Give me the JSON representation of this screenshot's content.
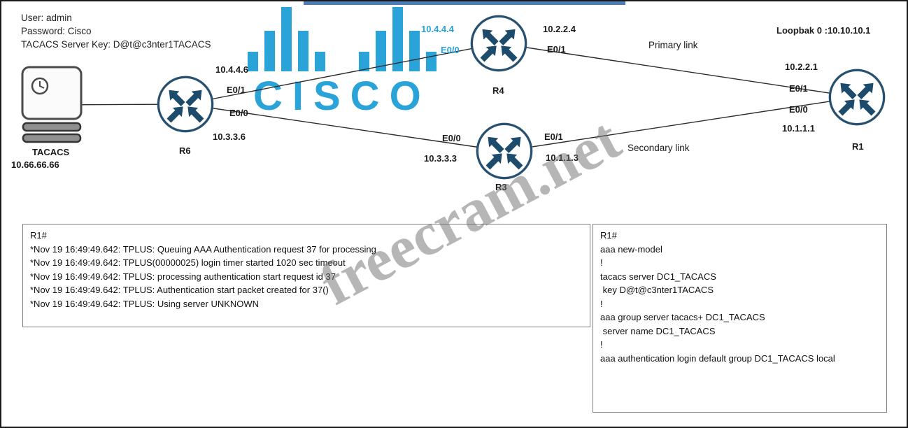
{
  "credentials": {
    "user": "User: admin",
    "password": "Password: Cisco",
    "tacacs_key": "TACACS Server Key: D@t@c3nter1TACACS"
  },
  "brand": {
    "logo_text": "CISCO",
    "logo_color": "#2aa3d8"
  },
  "watermark": {
    "text": "freecram.net"
  },
  "devices": {
    "tacacs": {
      "name": "TACACS",
      "ip": "10.66.66.66"
    },
    "r6": {
      "name": "R6",
      "top_ip": "10.4.4.6",
      "top_if": "E0/1",
      "bottom_if": "E0/0",
      "bottom_ip": "10.3.3.6"
    },
    "r4": {
      "name": "R4",
      "left_ip": "10.4.4.4",
      "left_if": "E0/0",
      "right_ip": "10.2.2.4",
      "right_if": "E0/1"
    },
    "r3": {
      "name": "R3",
      "left_if": "E0/0",
      "left_ip": "10.3.3.3",
      "right_if": "E0/1",
      "right_ip": "10.1.1.3"
    },
    "r1": {
      "name": "R1",
      "loopback": "Loopbak 0 :10.10.10.1",
      "top_ip": "10.2.2.1",
      "top_if": "E0/1",
      "bottom_if": "E0/0",
      "bottom_ip": "10.1.1.1"
    }
  },
  "links": {
    "primary": "Primary link",
    "secondary": "Secondary link"
  },
  "console_left": {
    "lines": [
      "R1#",
      "*Nov 19 16:49:49.642: TPLUS: Queuing AAA Authentication request 37 for processing",
      "*Nov 19 16:49:49.642: TPLUS(00000025) login timer started 1020 sec timeout",
      "*Nov 19 16:49:49.642: TPLUS: processing authentication start request id 37",
      "*Nov 19 16:49:49.642: TPLUS: Authentication start packet created for 37()",
      "*Nov 19 16:49:49.642: TPLUS: Using server UNKNOWN"
    ]
  },
  "console_right": {
    "lines": [
      "R1#",
      "aaa new-model",
      "!",
      "tacacs server DC1_TACACS",
      " key D@t@c3nter1TACACS",
      "!",
      "aaa group server tacacs+ DC1_TACACS",
      " server name DC1_TACACS",
      "!",
      "aaa authentication login default group DC1_TACACS local"
    ]
  }
}
